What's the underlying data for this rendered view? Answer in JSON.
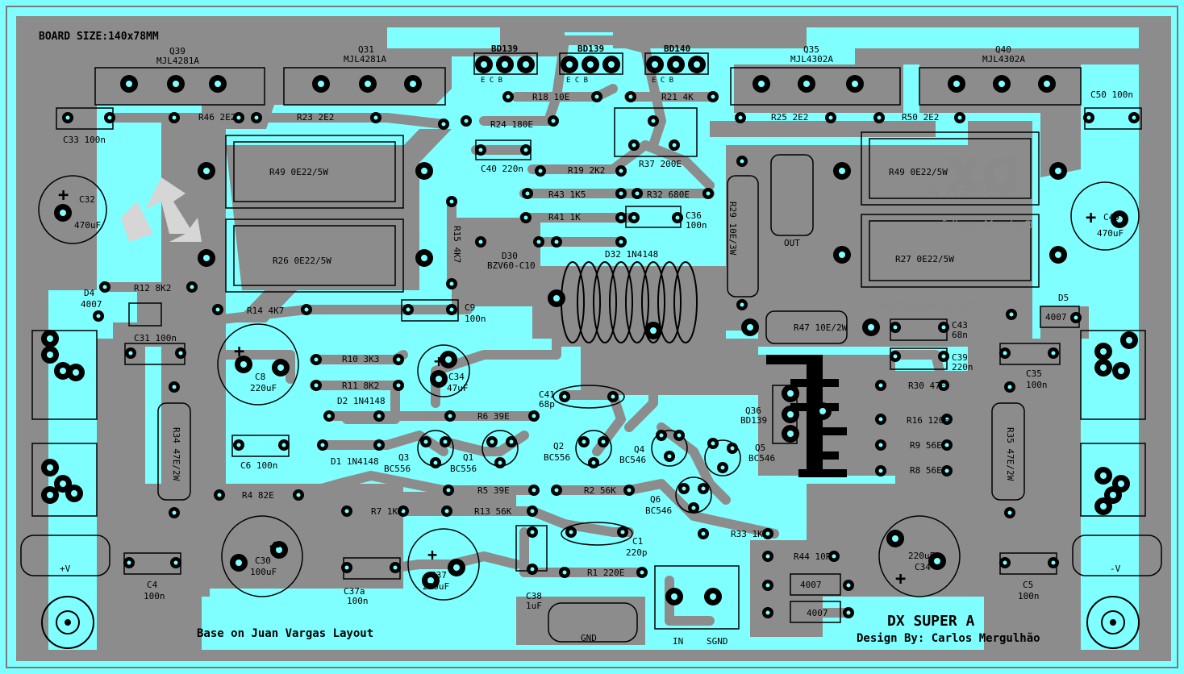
{
  "board": {
    "size_label": "BOARD SIZE:140x78MM",
    "credit_base": "Base on Juan Vargas Layout",
    "title": "DX SUPER A",
    "design_by": "Design By: Carlos Mergulhão",
    "mirror_logo": "DX",
    "mirror_logo_sub": "SUPER A",
    "mirror_name_1": "Carlos Mergulhão",
    "mirror_name_2": "Carlos Mergulhão",
    "colors": {
      "background": "#7fffff",
      "copper": "#8c8c8c",
      "pad": "#000000",
      "silk": "#000000"
    }
  },
  "labels": {
    "q39": "Q39",
    "q39_part": "MJL4281A",
    "q31": "Q31",
    "q31_part": "MJL4281A",
    "q35": "Q35",
    "q35_part": "MJL4302A",
    "q40": "Q40",
    "q40_part": "MJL4302A",
    "bd139a": "BD139",
    "bd139b": "BD139",
    "bd140": "BD140",
    "ecb": "E  C  B",
    "r46": "R46 2E2",
    "r23": "R23 2E2",
    "r25": "R25 2E2",
    "r50": "R50 2E2",
    "r18": "R18 10E",
    "r21": "R21 4K",
    "r24": "R24 180E",
    "c33": "C33 100n",
    "c50": "C50 100n",
    "c40": "C40 220n",
    "r19": "R19 2K2",
    "r37": "R37 200E",
    "r49a": "R49 0E22/5W",
    "r49b": "R49 0E22/5W",
    "r43": "R43 1K5",
    "r32": "R32 680E",
    "r41": "R41 1K",
    "c36": "C36",
    "c36v": "100n",
    "r29": "R29 10E/3W",
    "out": "OUT",
    "c32": "C32",
    "c32v": "470uF",
    "c49": "C49",
    "c49v": "470uF",
    "r15": "R15 4K7",
    "d30": "D30",
    "d30v": "BZV60-C10",
    "d32": "D32 1N4148",
    "r26": "R26 0E22/5W",
    "r27": "R27 0E22/5W",
    "d4": "D4",
    "d4v": "4007",
    "d5": "D5",
    "d5v": "4007",
    "r12": "R12 8K2",
    "r14": "R14 4K7",
    "c9": "C9",
    "c9v": "100n",
    "c31": "C31 100n",
    "r47": "R47 10E/2W",
    "c43": "C43",
    "c43v": "68n",
    "c39": "C39",
    "c39v": "220n",
    "c35": "C35",
    "c35v": "100n",
    "r10": "R10 3K3",
    "r11": "R11 8K2",
    "c8": "C8",
    "c8v": "220uF",
    "c34a": "C34",
    "c34av": "47uF",
    "c41": "C41",
    "c41v": "68p",
    "r30": "R30 47E",
    "q36": "Q36",
    "q36v": "BD139",
    "d2": "D2 1N4148",
    "d1": "D1 1N4148",
    "r6": "R6 39E",
    "r34": "R34 47E/2W",
    "r35": "R35 47E/2W",
    "c6": "C6 100n",
    "q3": "Q3",
    "q3v": "BC556",
    "q1": "Q1",
    "q1v": "BC556",
    "q2": "Q2",
    "q2v": "BC556",
    "q4": "Q4",
    "q4v": "BC546",
    "q5": "Q5",
    "q5v": "BC546",
    "q6": "Q6",
    "q6v": "BC546",
    "r16": "R16 120E",
    "r9": "R9 56E",
    "r8": "R8 56E",
    "r4": "R4 82E",
    "r5": "R5 39E",
    "r2": "R2 56K",
    "r7": "R7 1K2",
    "r13": "R13 56K",
    "r33": "R33 1K",
    "c1": "C1",
    "c1v": "220p",
    "c30": "C30",
    "c30v": "100uF",
    "c37": "C37",
    "c37v": "220uF",
    "c37a": "C37a",
    "c37av": "100n",
    "c4": "C4",
    "c4v": "100n",
    "c5": "C5",
    "c5v": "100n",
    "r1": "R1 220E",
    "r44": "R44 10R",
    "d4007a": "4007",
    "d4007b": "4007",
    "c34b": "C34",
    "c34bv": "220uF",
    "c38": "C38",
    "c38v": "1uF",
    "vplus": "+V",
    "vminus": "-V",
    "gnd": "GND",
    "in": "IN",
    "sgnd": "SGND",
    "plus": "+"
  }
}
